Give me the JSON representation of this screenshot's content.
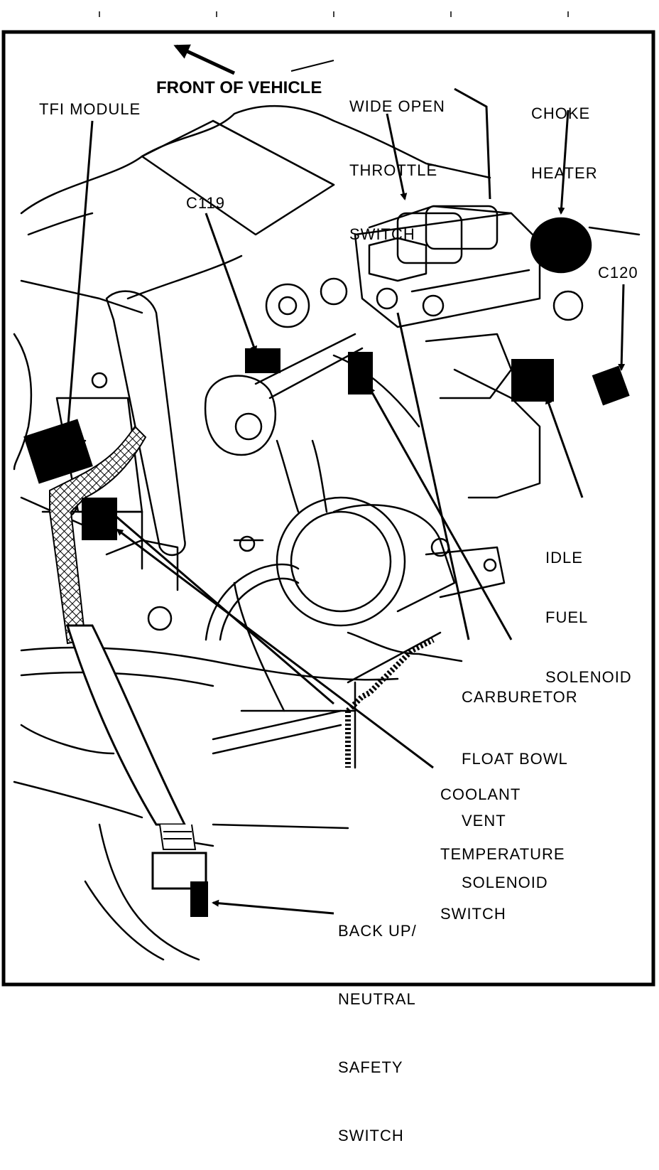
{
  "labels": {
    "front_of_vehicle": "FRONT OF VEHICLE",
    "wide_open_throttle_switch": [
      "WIDE OPEN",
      "THROTTLE",
      "SWITCH"
    ],
    "choke_heater": [
      "CHOKE",
      "HEATER"
    ],
    "tfi_module": "TFI MODULE",
    "c119": "C119",
    "c120": "C120",
    "idle_fuel_solenoid": [
      "IDLE",
      "FUEL",
      "SOLENOID"
    ],
    "carburetor_float_bowl_vent_solenoid": [
      "CARBURETOR",
      "FLOAT BOWL",
      "VENT",
      "SOLENOID"
    ],
    "coolant_temperature_switch": [
      "COOLANT",
      "TEMPERATURE",
      "SWITCH"
    ],
    "back_up_neutral_safety_switch": [
      "BACK UP/",
      "NEUTRAL",
      "SAFETY",
      "SWITCH"
    ]
  }
}
